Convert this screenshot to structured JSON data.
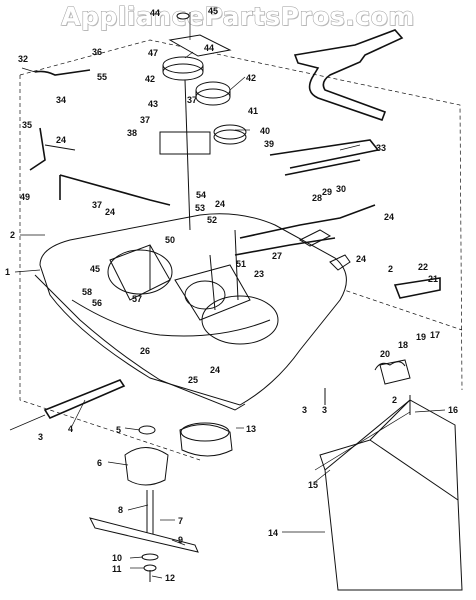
{
  "watermark": "AppliancePartsPros.com",
  "part_numbers": [
    "1",
    "2",
    "2",
    "2",
    "3",
    "3",
    "3",
    "4",
    "5",
    "6",
    "7",
    "8",
    "9",
    "10",
    "11",
    "12",
    "13",
    "14",
    "15",
    "16",
    "17",
    "18",
    "19",
    "20",
    "21",
    "22",
    "23",
    "24",
    "24",
    "24",
    "24",
    "24",
    "24",
    "25",
    "26",
    "27",
    "28",
    "29",
    "30",
    "32",
    "33",
    "34",
    "35",
    "36",
    "37",
    "37",
    "37",
    "38",
    "39",
    "40",
    "41",
    "42",
    "42",
    "43",
    "44",
    "44",
    "45",
    "45",
    "47",
    "49",
    "50",
    "51",
    "52",
    "53",
    "54",
    "55",
    "56",
    "57",
    "58"
  ]
}
